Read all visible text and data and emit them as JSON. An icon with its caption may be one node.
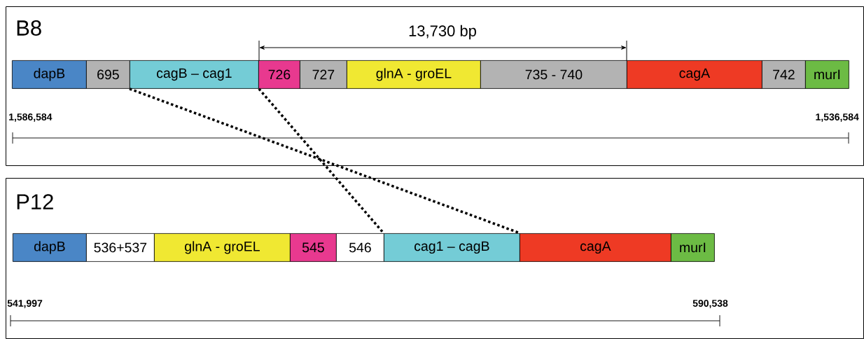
{
  "diagram": {
    "nodes": [
      {
        "text": [
          "B8"
        ]
      },
      {
        "text": [
          "dapB"
        ],
        "in": 0
      },
      {
        "text": [
          "695"
        ],
        "in": 0
      },
      {
        "text": [
          "cagB – cag1"
        ],
        "in": 0
      },
      {
        "text": [
          "726"
        ],
        "in": 0
      },
      {
        "text": [
          "727"
        ],
        "in": 0
      },
      {
        "text": [
          "glnA - groEL"
        ],
        "in": 0
      },
      {
        "text": [
          "735 - 740"
        ],
        "in": 0
      },
      {
        "text": [
          "cagA"
        ],
        "in": 0
      },
      {
        "text": [
          "742"
        ],
        "in": 0
      },
      {
        "text": [
          "murI"
        ],
        "in": 0
      },
      {
        "text": [
          "P12"
        ]
      },
      {
        "text": [
          "dapB"
        ],
        "in": 11
      },
      {
        "text": [
          "536+537"
        ],
        "in": 11
      },
      {
        "text": [
          "glnA - groEL"
        ],
        "in": 11
      },
      {
        "text": [
          "545"
        ],
        "in": 11
      },
      {
        "text": [
          "546"
        ],
        "in": 11
      },
      {
        "text": [
          "cag1 – cagB"
        ],
        "in": 11
      },
      {
        "text": [
          "cagA"
        ],
        "in": 11
      },
      {
        "text": [
          "murI"
        ],
        "in": 11
      }
    ],
    "edges": [
      {
        "from": 3,
        "to": 17,
        "arrow": "none",
        "style": "dashed"
      },
      {
        "from": 3,
        "to": 17,
        "arrow": "none",
        "style": "dashed"
      }
    ],
    "labels": [
      "13,730 bp",
      "1,586,584",
      "1,536,584",
      "541,997",
      "590,538"
    ]
  }
}
